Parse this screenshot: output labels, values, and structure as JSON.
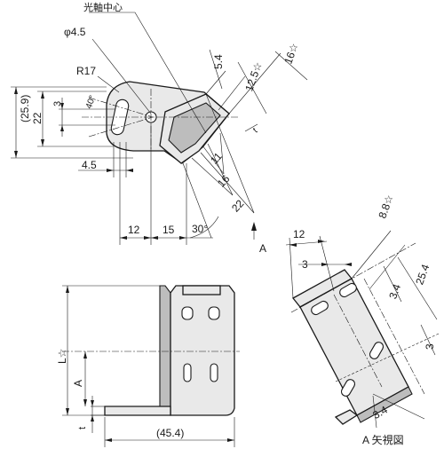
{
  "labels": {
    "optical_axis_center": "光軸中心",
    "view_a_caption": "A 矢視図",
    "view_arrow_label": "A"
  },
  "top_view": {
    "hole_diameter": "φ4.5",
    "radius": "R17",
    "angle_40": "40°",
    "angle_30": "30°",
    "height_25_9": "(25.9)",
    "height_22": "22",
    "dim_3": "3",
    "dim_4_5": "4.5",
    "dim_12": "12",
    "dim_15": "15",
    "dim_5_4": "5.4",
    "dim_12_5": "12.5☆",
    "dim_16_star": "16☆",
    "dim_11": "11",
    "dim_16": "16",
    "dim_22": "22",
    "thickness_t": "t"
  },
  "front_view": {
    "length_L": "L☆",
    "dim_A": "A",
    "thickness_t": "t",
    "width_45_4": "(45.4)"
  },
  "view_a": {
    "dim_8_8": "8.8☆",
    "dim_12": "12",
    "dim_3_top": "3",
    "dim_3_4_mid": "3.4",
    "dim_25_4": "25.4",
    "dim_3_right": "3",
    "dim_3_4_bottom": "3.4"
  }
}
